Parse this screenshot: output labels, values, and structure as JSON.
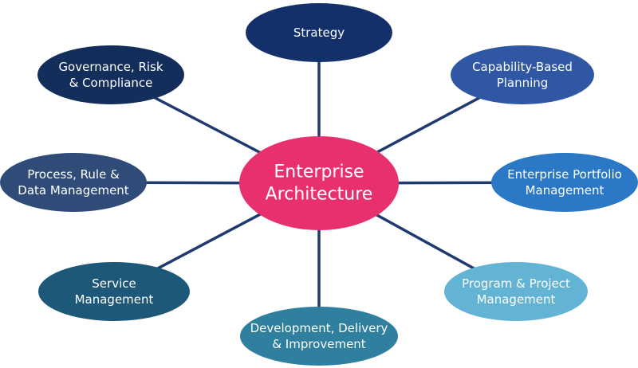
{
  "diagram": {
    "connector_color": "#1f3a6e",
    "hub": {
      "lines": [
        "Enterprise",
        "Architecture"
      ],
      "color": "#e8306e"
    },
    "nodes": [
      {
        "id": "strategy",
        "lines": [
          "Strategy"
        ],
        "color": "#13306a"
      },
      {
        "id": "capability-based-planning",
        "lines": [
          "Capability-Based",
          "Planning"
        ],
        "color": "#2f57a4"
      },
      {
        "id": "enterprise-portfolio-management",
        "lines": [
          "Enterprise Portfolio",
          "Management"
        ],
        "color": "#2b78c6"
      },
      {
        "id": "program-project-management",
        "lines": [
          "Program & Project",
          "Management"
        ],
        "color": "#62b3d4"
      },
      {
        "id": "development-delivery-improvement",
        "lines": [
          "Development, Delivery",
          "& Improvement"
        ],
        "color": "#2f7f9e"
      },
      {
        "id": "service-management",
        "lines": [
          "Service",
          "Management"
        ],
        "color": "#1d5878"
      },
      {
        "id": "process-rule-data-management",
        "lines": [
          "Process, Rule &",
          "Data Management"
        ],
        "color": "#2e4c77"
      },
      {
        "id": "governance-risk-compliance",
        "lines": [
          "Governance, Risk",
          "& Compliance"
        ],
        "color": "#142e5c"
      }
    ]
  }
}
